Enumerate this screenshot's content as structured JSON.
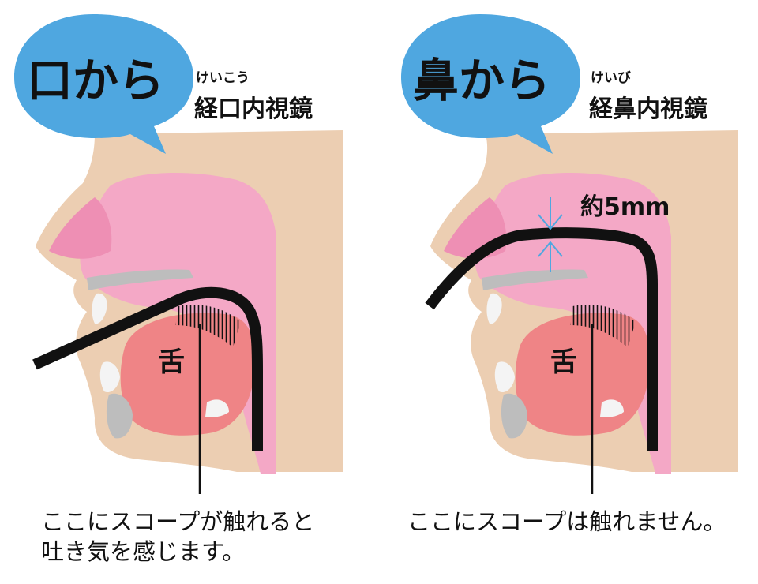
{
  "colors": {
    "bubble": "#4fa7e0",
    "skin": "#ecceb2",
    "pink": "#f4a8c6",
    "pink_dark": "#ee8fb4",
    "tongue": "#ef8486",
    "teeth": "#f4f4f4",
    "bone": "#bdbdbd",
    "scope": "#111111",
    "arrow": "#4fa7e0"
  },
  "left": {
    "bubble_text": "口から",
    "ruby": "けいこう",
    "title": "経口内視鏡",
    "tongue_label": "舌",
    "caption": "ここにスコープが触れると\n吐き気を感じます。"
  },
  "right": {
    "bubble_text": "鼻から",
    "ruby": "けいび",
    "title": "経鼻内視鏡",
    "tongue_label": "舌",
    "measure_label": "約5mm",
    "caption": "ここにスコープは触れません。"
  }
}
